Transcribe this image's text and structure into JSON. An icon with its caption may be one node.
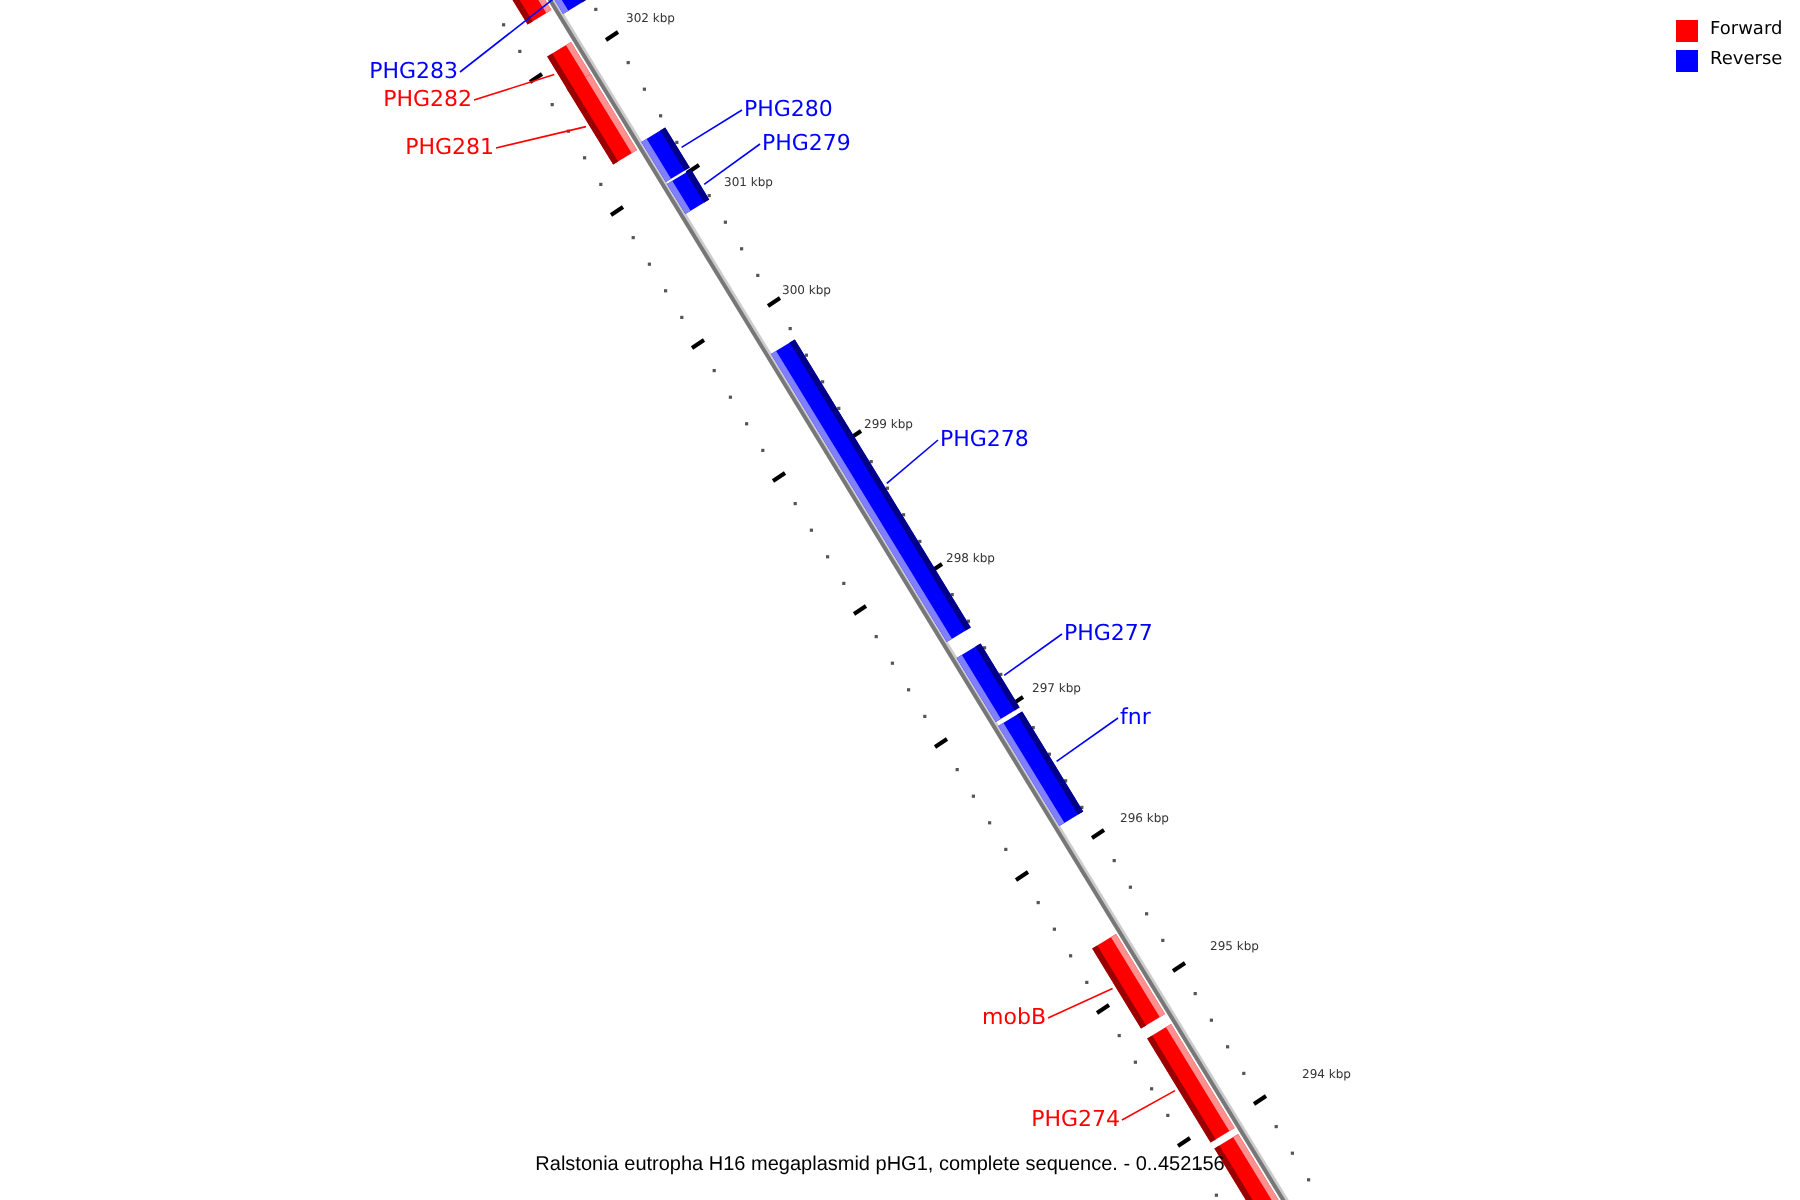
{
  "diagram": {
    "caption": "Ralstonia eutropha H16 megaplasmid pHG1, complete sequence. - 0..452156",
    "nodes": [
      {
        "text": [],
        "shape": "bar"
      },
      {
        "text": [],
        "shape": "bar"
      },
      {
        "text": [
          "PHG283"
        ]
      },
      {
        "text": [
          "PHG282"
        ]
      },
      {
        "text": [],
        "shape": "bar"
      },
      {
        "text": [
          "PHG281"
        ]
      },
      {
        "text": [],
        "shape": "bar"
      },
      {
        "text": [],
        "shape": "bar"
      },
      {
        "text": [
          "PHG280"
        ]
      },
      {
        "text": [],
        "shape": "bar"
      },
      {
        "text": [
          "PHG279"
        ]
      },
      {
        "text": [],
        "shape": "bar"
      },
      {
        "text": [
          "PHG278"
        ]
      },
      {
        "text": [],
        "shape": "bar"
      },
      {
        "text": [
          "PHG277"
        ]
      },
      {
        "text": [],
        "shape": "bar"
      },
      {
        "text": [
          "fnr"
        ]
      },
      {
        "text": [],
        "shape": "bar"
      },
      {
        "text": [
          "mobB"
        ]
      },
      {
        "text": [],
        "shape": "bar"
      },
      {
        "text": [
          "PHG274"
        ]
      },
      {
        "text": [],
        "shape": "bar"
      }
    ],
    "edges": [
      {
        "from": 2,
        "to": 1,
        "arrow": "none"
      },
      {
        "from": 3,
        "to": 4,
        "arrow": "none",
        "color": "#ff0000"
      },
      {
        "from": 5,
        "to": 6,
        "arrow": "none",
        "color": "#ff0000"
      },
      {
        "from": 8,
        "to": 7,
        "arrow": "none"
      },
      {
        "from": 10,
        "to": 9,
        "arrow": "none"
      },
      {
        "from": 12,
        "to": 11,
        "arrow": "none"
      },
      {
        "from": 14,
        "to": 13,
        "arrow": "none"
      },
      {
        "from": 16,
        "to": 15,
        "arrow": "none"
      },
      {
        "from": 18,
        "to": 17,
        "arrow": "none",
        "color": "#ff0000"
      },
      {
        "from": 20,
        "to": 19,
        "arrow": "none",
        "color": "#ff0000"
      }
    ],
    "labels": [
      "302 kbp",
      "301 kbp",
      "300 kbp",
      "299 kbp",
      "298 kbp",
      "297 kbp",
      "296 kbp",
      "295 kbp",
      "294 kbp"
    ],
    "legend": [
      {
        "text": "Forward",
        "color": "#ff0000"
      },
      {
        "text": "Reverse",
        "color": "#0000ff"
      }
    ]
  }
}
